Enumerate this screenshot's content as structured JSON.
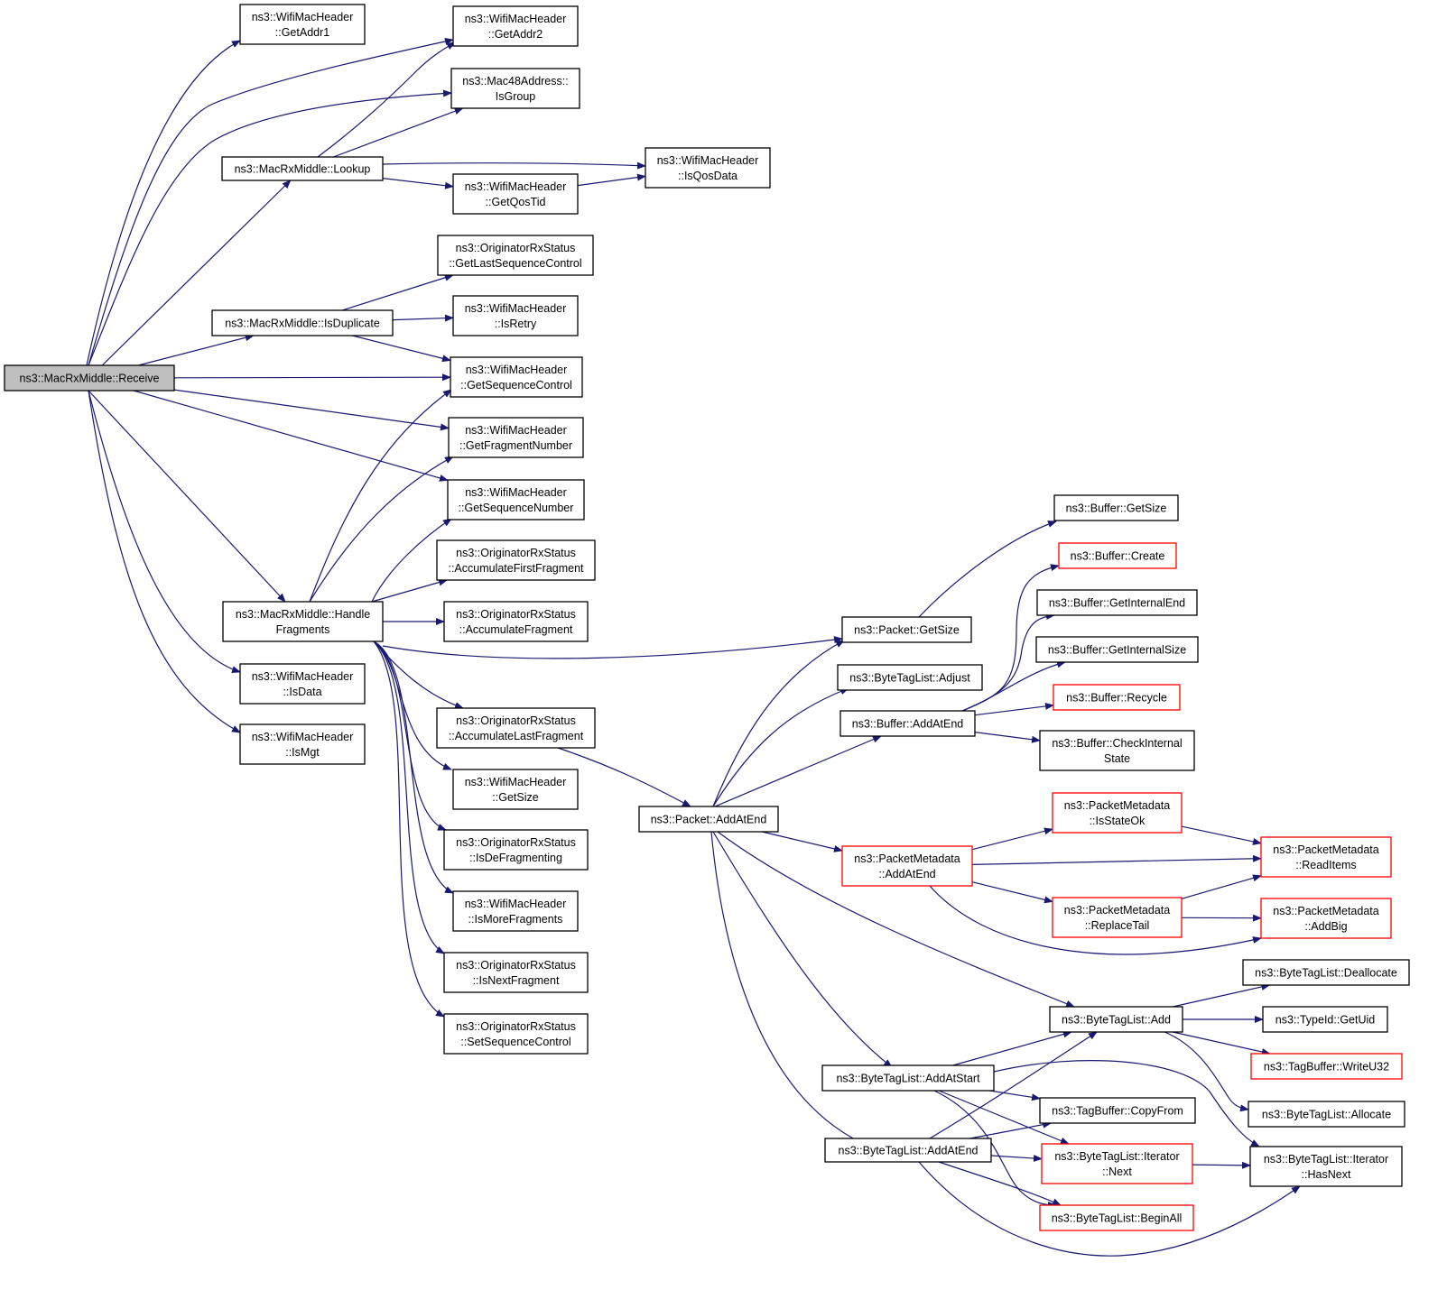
{
  "colors": {
    "edge": "#191970",
    "node_border": "#000000",
    "node_border_red": "#ff0000",
    "root_fill": "#bfbfbf",
    "node_fill": "#ffffff"
  },
  "nodes": [
    {
      "id": "receive",
      "lines": [
        "ns3::MacRxMiddle::Receive"
      ],
      "style": "root"
    },
    {
      "id": "getaddr1",
      "lines": [
        "ns3::WifiMacHeader",
        "::GetAddr1"
      ],
      "style": "normal"
    },
    {
      "id": "getaddr2",
      "lines": [
        "ns3::WifiMacHeader",
        "::GetAddr2"
      ],
      "style": "normal"
    },
    {
      "id": "isgroup",
      "lines": [
        "ns3::Mac48Address::",
        "IsGroup"
      ],
      "style": "normal"
    },
    {
      "id": "lookup",
      "lines": [
        "ns3::MacRxMiddle::Lookup"
      ],
      "style": "normal"
    },
    {
      "id": "isqosdata",
      "lines": [
        "ns3::WifiMacHeader",
        "::IsQosData"
      ],
      "style": "normal"
    },
    {
      "id": "getqostid",
      "lines": [
        "ns3::WifiMacHeader",
        "::GetQosTid"
      ],
      "style": "normal"
    },
    {
      "id": "getlastseq",
      "lines": [
        "ns3::OriginatorRxStatus",
        "::GetLastSequenceControl"
      ],
      "style": "normal"
    },
    {
      "id": "isduplicate",
      "lines": [
        "ns3::MacRxMiddle::IsDuplicate"
      ],
      "style": "normal"
    },
    {
      "id": "isretry",
      "lines": [
        "ns3::WifiMacHeader",
        "::IsRetry"
      ],
      "style": "normal"
    },
    {
      "id": "getseqctrl",
      "lines": [
        "ns3::WifiMacHeader",
        "::GetSequenceControl"
      ],
      "style": "normal"
    },
    {
      "id": "getfragnum",
      "lines": [
        "ns3::WifiMacHeader",
        "::GetFragmentNumber"
      ],
      "style": "normal"
    },
    {
      "id": "getseqnum",
      "lines": [
        "ns3::WifiMacHeader",
        "::GetSequenceNumber"
      ],
      "style": "normal"
    },
    {
      "id": "accfirst",
      "lines": [
        "ns3::OriginatorRxStatus",
        "::AccumulateFirstFragment"
      ],
      "style": "normal"
    },
    {
      "id": "handlefrag",
      "lines": [
        "ns3::MacRxMiddle::Handle",
        "Fragments"
      ],
      "style": "normal"
    },
    {
      "id": "accfrag",
      "lines": [
        "ns3::OriginatorRxStatus",
        "::AccumulateFragment"
      ],
      "style": "normal"
    },
    {
      "id": "isdata",
      "lines": [
        "ns3::WifiMacHeader",
        "::IsData"
      ],
      "style": "normal"
    },
    {
      "id": "ismgt",
      "lines": [
        "ns3::WifiMacHeader",
        "::IsMgt"
      ],
      "style": "normal"
    },
    {
      "id": "acclast",
      "lines": [
        "ns3::OriginatorRxStatus",
        "::AccumulateLastFragment"
      ],
      "style": "normal"
    },
    {
      "id": "getsize",
      "lines": [
        "ns3::WifiMacHeader",
        "::GetSize"
      ],
      "style": "normal"
    },
    {
      "id": "isdefrag",
      "lines": [
        "ns3::OriginatorRxStatus",
        "::IsDeFragmenting"
      ],
      "style": "normal"
    },
    {
      "id": "ismorefrag",
      "lines": [
        "ns3::WifiMacHeader",
        "::IsMoreFragments"
      ],
      "style": "normal"
    },
    {
      "id": "isnextfrag",
      "lines": [
        "ns3::OriginatorRxStatus",
        "::IsNextFragment"
      ],
      "style": "normal"
    },
    {
      "id": "setseqctrl",
      "lines": [
        "ns3::OriginatorRxStatus",
        "::SetSequenceControl"
      ],
      "style": "normal"
    },
    {
      "id": "pktgetsize",
      "lines": [
        "ns3::Packet::GetSize"
      ],
      "style": "normal"
    },
    {
      "id": "btladjust",
      "lines": [
        "ns3::ByteTagList::Adjust"
      ],
      "style": "normal"
    },
    {
      "id": "bufaddatend",
      "lines": [
        "ns3::Buffer::AddAtEnd"
      ],
      "style": "normal"
    },
    {
      "id": "pktaddatend",
      "lines": [
        "ns3::Packet::AddAtEnd"
      ],
      "style": "normal"
    },
    {
      "id": "bufgetsize",
      "lines": [
        "ns3::Buffer::GetSize"
      ],
      "style": "normal"
    },
    {
      "id": "bufcreate",
      "lines": [
        "ns3::Buffer::Create"
      ],
      "style": "red"
    },
    {
      "id": "bufgetintend",
      "lines": [
        "ns3::Buffer::GetInternalEnd"
      ],
      "style": "normal"
    },
    {
      "id": "bufgetintsize",
      "lines": [
        "ns3::Buffer::GetInternalSize"
      ],
      "style": "normal"
    },
    {
      "id": "bufrecycle",
      "lines": [
        "ns3::Buffer::Recycle"
      ],
      "style": "red"
    },
    {
      "id": "bufcheckint",
      "lines": [
        "ns3::Buffer::CheckInternal",
        "State"
      ],
      "style": "normal"
    },
    {
      "id": "pmisstateok",
      "lines": [
        "ns3::PacketMetadata",
        "::IsStateOk"
      ],
      "style": "red"
    },
    {
      "id": "pmaddatend",
      "lines": [
        "ns3::PacketMetadata",
        "::AddAtEnd"
      ],
      "style": "red"
    },
    {
      "id": "pmreaditems",
      "lines": [
        "ns3::PacketMetadata",
        "::ReadItems"
      ],
      "style": "red"
    },
    {
      "id": "pmreplacetail",
      "lines": [
        "ns3::PacketMetadata",
        "::ReplaceTail"
      ],
      "style": "red"
    },
    {
      "id": "pmaddbig",
      "lines": [
        "ns3::PacketMetadata",
        "::AddBig"
      ],
      "style": "red"
    },
    {
      "id": "btldealloc",
      "lines": [
        "ns3::ByteTagList::Deallocate"
      ],
      "style": "normal"
    },
    {
      "id": "btladd",
      "lines": [
        "ns3::ByteTagList::Add"
      ],
      "style": "normal"
    },
    {
      "id": "typeidgetuid",
      "lines": [
        "ns3::TypeId::GetUid"
      ],
      "style": "normal"
    },
    {
      "id": "tbwriteu32",
      "lines": [
        "ns3::TagBuffer::WriteU32"
      ],
      "style": "red"
    },
    {
      "id": "btladdatstart",
      "lines": [
        "ns3::ByteTagList::AddAtStart"
      ],
      "style": "normal"
    },
    {
      "id": "btlallocate",
      "lines": [
        "ns3::ByteTagList::Allocate"
      ],
      "style": "normal"
    },
    {
      "id": "tbcopyfrom",
      "lines": [
        "ns3::TagBuffer::CopyFrom"
      ],
      "style": "normal"
    },
    {
      "id": "btlitnext",
      "lines": [
        "ns3::ByteTagList::Iterator",
        "::Next"
      ],
      "style": "red"
    },
    {
      "id": "btlithasnext",
      "lines": [
        "ns3::ByteTagList::Iterator",
        "::HasNext"
      ],
      "style": "normal"
    },
    {
      "id": "btladdatend",
      "lines": [
        "ns3::ByteTagList::AddAtEnd"
      ],
      "style": "normal"
    },
    {
      "id": "btlbeginall",
      "lines": [
        "ns3::ByteTagList::BeginAll"
      ],
      "style": "red"
    }
  ],
  "edges": [
    [
      "receive",
      "getaddr1"
    ],
    [
      "receive",
      "getaddr2"
    ],
    [
      "receive",
      "isgroup"
    ],
    [
      "receive",
      "lookup"
    ],
    [
      "receive",
      "isduplicate"
    ],
    [
      "receive",
      "getseqctrl"
    ],
    [
      "receive",
      "getfragnum"
    ],
    [
      "receive",
      "getseqnum"
    ],
    [
      "receive",
      "handlefrag"
    ],
    [
      "receive",
      "isdata"
    ],
    [
      "receive",
      "ismgt"
    ],
    [
      "lookup",
      "getaddr2"
    ],
    [
      "lookup",
      "isgroup"
    ],
    [
      "lookup",
      "isqosdata"
    ],
    [
      "lookup",
      "getqostid"
    ],
    [
      "getqostid",
      "isqosdata"
    ],
    [
      "isduplicate",
      "getlastseq"
    ],
    [
      "isduplicate",
      "isretry"
    ],
    [
      "isduplicate",
      "getseqctrl"
    ],
    [
      "handlefrag",
      "getseqctrl"
    ],
    [
      "handlefrag",
      "getfragnum"
    ],
    [
      "handlefrag",
      "getseqnum"
    ],
    [
      "handlefrag",
      "accfirst"
    ],
    [
      "handlefrag",
      "accfrag"
    ],
    [
      "handlefrag",
      "pktgetsize"
    ],
    [
      "handlefrag",
      "acclast"
    ],
    [
      "handlefrag",
      "getsize"
    ],
    [
      "handlefrag",
      "isdefrag"
    ],
    [
      "handlefrag",
      "ismorefrag"
    ],
    [
      "handlefrag",
      "isnextfrag"
    ],
    [
      "handlefrag",
      "setseqctrl"
    ],
    [
      "acclast",
      "pktaddatend"
    ],
    [
      "pktaddatend",
      "pktgetsize"
    ],
    [
      "pktaddatend",
      "btladjust"
    ],
    [
      "pktaddatend",
      "bufaddatend"
    ],
    [
      "pktaddatend",
      "pmaddatend"
    ],
    [
      "pktaddatend",
      "btladd"
    ],
    [
      "pktaddatend",
      "btladdatstart"
    ],
    [
      "pktaddatend",
      "btladdatend"
    ],
    [
      "pktgetsize",
      "bufgetsize"
    ],
    [
      "bufaddatend",
      "bufcreate"
    ],
    [
      "bufaddatend",
      "bufgetintend"
    ],
    [
      "bufaddatend",
      "bufgetintsize"
    ],
    [
      "bufaddatend",
      "bufrecycle"
    ],
    [
      "bufaddatend",
      "bufcheckint"
    ],
    [
      "pmaddatend",
      "pmisstateok"
    ],
    [
      "pmaddatend",
      "pmreaditems"
    ],
    [
      "pmaddatend",
      "pmreplacetail"
    ],
    [
      "pmaddatend",
      "pmaddbig"
    ],
    [
      "pmisstateok",
      "pmreaditems"
    ],
    [
      "pmreplacetail",
      "pmreaditems"
    ],
    [
      "pmreplacetail",
      "pmaddbig"
    ],
    [
      "btladd",
      "btldealloc"
    ],
    [
      "btladd",
      "typeidgetuid"
    ],
    [
      "btladd",
      "tbwriteu32"
    ],
    [
      "btladd",
      "btlallocate"
    ],
    [
      "btladdatstart",
      "btladd"
    ],
    [
      "btladdatstart",
      "tbcopyfrom"
    ],
    [
      "btladdatstart",
      "btlitnext"
    ],
    [
      "btladdatstart",
      "btlithasnext"
    ],
    [
      "btladdatstart",
      "btlbeginall"
    ],
    [
      "btladdatend",
      "btladd"
    ],
    [
      "btladdatend",
      "tbcopyfrom"
    ],
    [
      "btladdatend",
      "btlitnext"
    ],
    [
      "btladdatend",
      "btlbeginall"
    ],
    [
      "btladdatend",
      "btlithasnext"
    ],
    [
      "btlitnext",
      "btlithasnext"
    ]
  ]
}
